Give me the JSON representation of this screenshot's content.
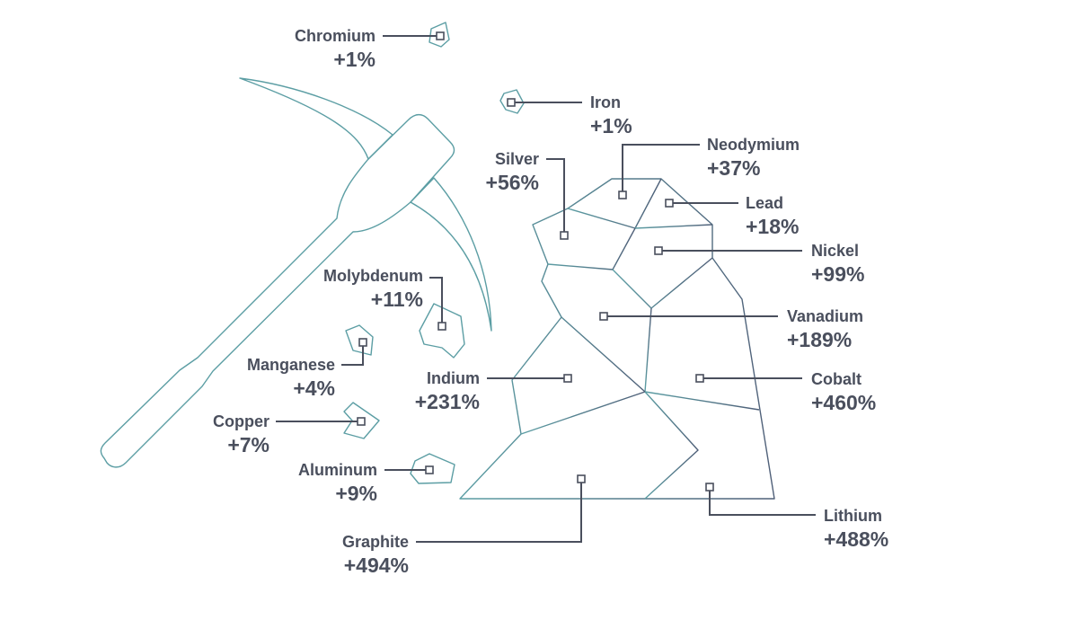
{
  "colors": {
    "outline": "#5c9ea4",
    "rock_dark": "#4f5f78",
    "text": "#4a4f5d"
  },
  "minerals": [
    {
      "name": "Chromium",
      "change": "+1%"
    },
    {
      "name": "Iron",
      "change": "+1%"
    },
    {
      "name": "Neodymium",
      "change": "+37%"
    },
    {
      "name": "Silver",
      "change": "+56%"
    },
    {
      "name": "Lead",
      "change": "+18%"
    },
    {
      "name": "Nickel",
      "change": "+99%"
    },
    {
      "name": "Molybdenum",
      "change": "+11%"
    },
    {
      "name": "Vanadium",
      "change": "+189%"
    },
    {
      "name": "Manganese",
      "change": "+4%"
    },
    {
      "name": "Indium",
      "change": "+231%"
    },
    {
      "name": "Cobalt",
      "change": "+460%"
    },
    {
      "name": "Copper",
      "change": "+7%"
    },
    {
      "name": "Aluminum",
      "change": "+9%"
    },
    {
      "name": "Lithium",
      "change": "+488%"
    },
    {
      "name": "Graphite",
      "change": "+494%"
    }
  ]
}
